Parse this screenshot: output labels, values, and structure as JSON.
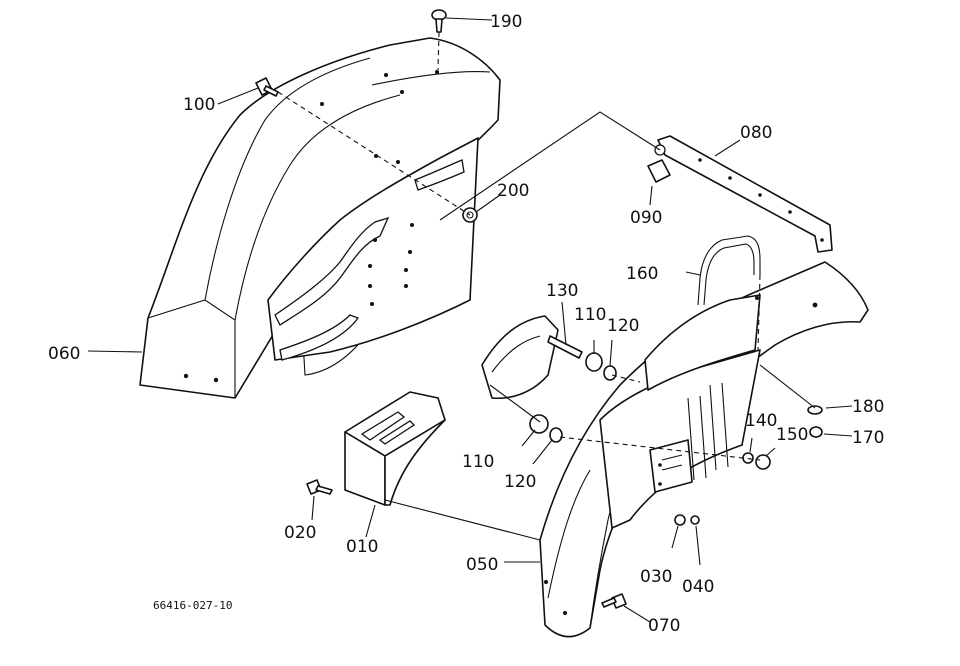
{
  "drawing_code": "66416-027-10",
  "part_labels": {
    "p190": "190",
    "p100": "100",
    "p080": "080",
    "p200": "200",
    "p090": "090",
    "p160": "160",
    "p060": "060",
    "p130": "130",
    "p110a": "110",
    "p120a": "120",
    "p180": "180",
    "p140": "140",
    "p150": "150",
    "p170": "170",
    "p110b": "110",
    "p120b": "120",
    "p020": "020",
    "p010": "010",
    "p050": "050",
    "p030": "030",
    "p040": "040",
    "p070": "070"
  }
}
